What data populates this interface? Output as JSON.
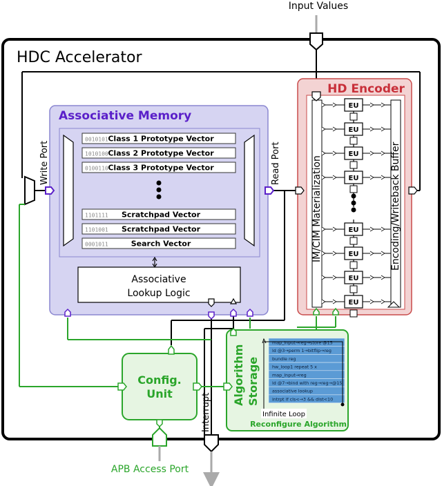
{
  "colors": {
    "accelerator_border": "#000000",
    "assoc_fill": "#d6d4f2",
    "assoc_border": "#8a86d0",
    "assoc_title": "#5a1fc9",
    "encoder_fill": "#f3d3d3",
    "encoder_border": "#c84a4a",
    "encoder_title": "#c8303a",
    "green": "#2aa52a",
    "green_fill": "#e6f5e2",
    "blue_instr": "#5b9bd5",
    "mem_row_border": "#333333"
  },
  "labels": {
    "input_values": "Input Values",
    "accelerator_title": "HDC Accelerator",
    "write_port": "Write Port",
    "read_port": "Read Port",
    "interrupt": "Interrupt",
    "apb_port": "APB Access Port"
  },
  "assoc_memory": {
    "title": "Associative Memory",
    "rows": [
      {
        "bits": "0010101",
        "label": "Class 1 Prototype Vector"
      },
      {
        "bits": "1010100",
        "label": "Class 2 Prototype Vector"
      },
      {
        "bits": "0100110",
        "label": "Class 3 Prototype Vector"
      },
      {
        "bits": "1101111",
        "label": "Scratchpad Vector"
      },
      {
        "bits": "1101001",
        "label": "Scratchpad Vector"
      },
      {
        "bits": "0001011",
        "label": "Search Vector"
      }
    ],
    "lookup_line1": "Associative",
    "lookup_line2": "Lookup  Logic"
  },
  "encoder": {
    "title": "HD Encoder",
    "materialization": "IM/CIM  Materialization",
    "buffer": "Encoding/Writeback Buffer",
    "eu_label": "EU"
  },
  "config_unit": {
    "line1": "Config.",
    "line2": "Unit"
  },
  "algorithm": {
    "title_line1": "Algorithm",
    "title_line2": "Storage",
    "reconfigure": "Reconfigure Algorithm",
    "infinite_loop": "Infinite Loop",
    "instructions": [
      "map_input→reg→store @15",
      "ld @3→perm 1→bitflip→reg",
      "bundle reg",
      "hw_loop1 repeat 5 x",
      "map_input→reg",
      "ld @7→bind with reg→reg→@15",
      "associative lookup",
      "intrpt if cls<→3 && dist<10"
    ]
  }
}
